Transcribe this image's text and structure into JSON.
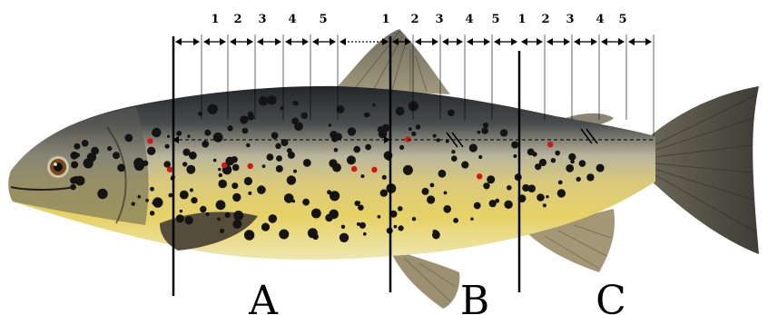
{
  "figure": {
    "segment_numbers": [
      "1",
      "2",
      "3",
      "4",
      "5"
    ],
    "zones": [
      {
        "id": "A",
        "label": "A"
      },
      {
        "id": "B",
        "label": "B"
      },
      {
        "id": "C",
        "label": "C"
      }
    ]
  },
  "colors": {
    "back": "#2e3134",
    "flank": "#b9b59a",
    "belly": "#e8d46a",
    "spot_dark": "#141414",
    "spot_red": "#d01616",
    "fin": "#8a8068",
    "tail": "#5f5c52",
    "line": "#000000"
  }
}
